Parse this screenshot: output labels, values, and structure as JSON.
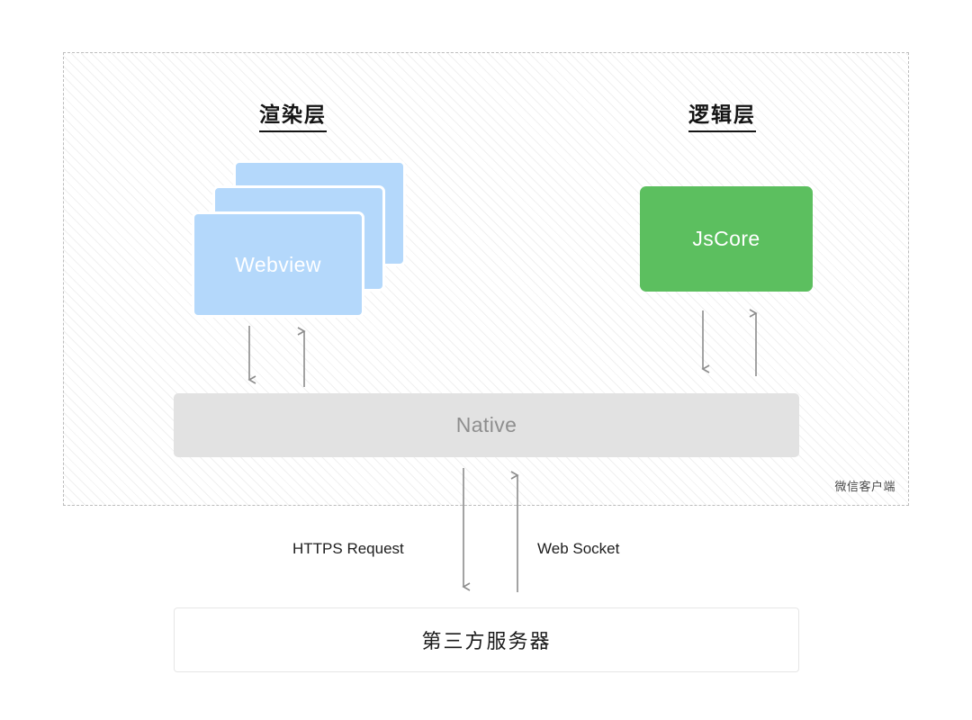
{
  "diagram": {
    "title_render_layer": "渲染层",
    "title_logic_layer": "逻辑层",
    "client_container_tag": "微信客户端",
    "webview_label": "Webview",
    "jscore_label": "JsCore",
    "native_label": "Native",
    "server_label": "第三方服务器",
    "links": {
      "https_request": "HTTPS Request",
      "web_socket": "Web Socket"
    },
    "colors": {
      "webview_fill": "#b4d8fb",
      "webview_text": "#ffffff",
      "jscore_fill": "#5cbf5f",
      "jscore_text": "#ffffff",
      "native_fill": "#e2e2e2",
      "native_text": "#8e8e8e",
      "server_fill": "#ffffff",
      "server_border": "#e6e6e6",
      "server_text": "#1a1a1a",
      "container_border": "#bdbdbd",
      "hatch_stripe": "#f0f0f0",
      "arrow": "#8c8c8c",
      "title_text": "#141414",
      "background": "#ffffff"
    },
    "webview_stack_count": 3
  }
}
